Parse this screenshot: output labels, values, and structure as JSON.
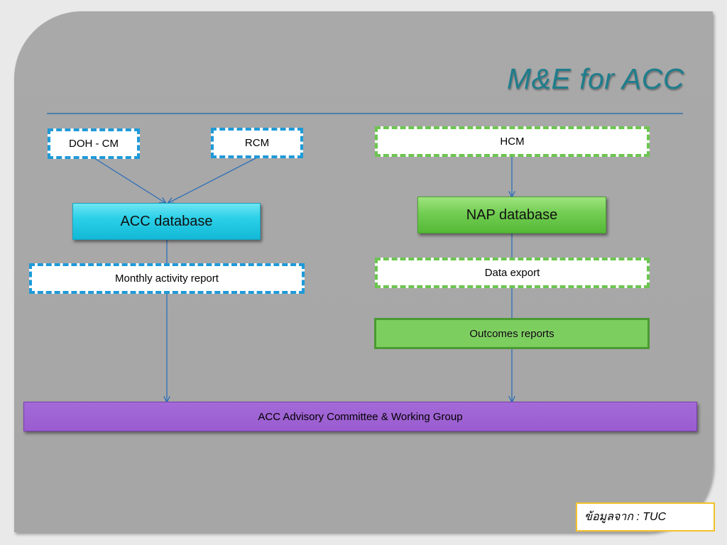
{
  "slide": {
    "title": "M&E for ACC"
  },
  "nodes": {
    "doh_cm": "DOH - CM",
    "rcm": "RCM",
    "hcm": "HCM",
    "acc_database": "ACC database",
    "nap_database": "NAP database",
    "monthly_activity_report": "Monthly activity report",
    "data_export": "Data export",
    "outcomes_reports": "Outcomes reports",
    "committee": "ACC Advisory Committee & Working Group"
  },
  "footer": {
    "source": "ข้อมูลจาก : TUC"
  },
  "colors": {
    "title": "#1f7d8c",
    "rule": "#4f80a8",
    "blue_dash": "#1e9ad8",
    "green_dash": "#6cc550",
    "acc_db_fill": "#2cd0e8",
    "nap_db_fill": "#72cd52",
    "outcomes_fill": "#7ccf5e",
    "committee_fill": "#9a5ccf",
    "connector": "#2e6fb8"
  }
}
